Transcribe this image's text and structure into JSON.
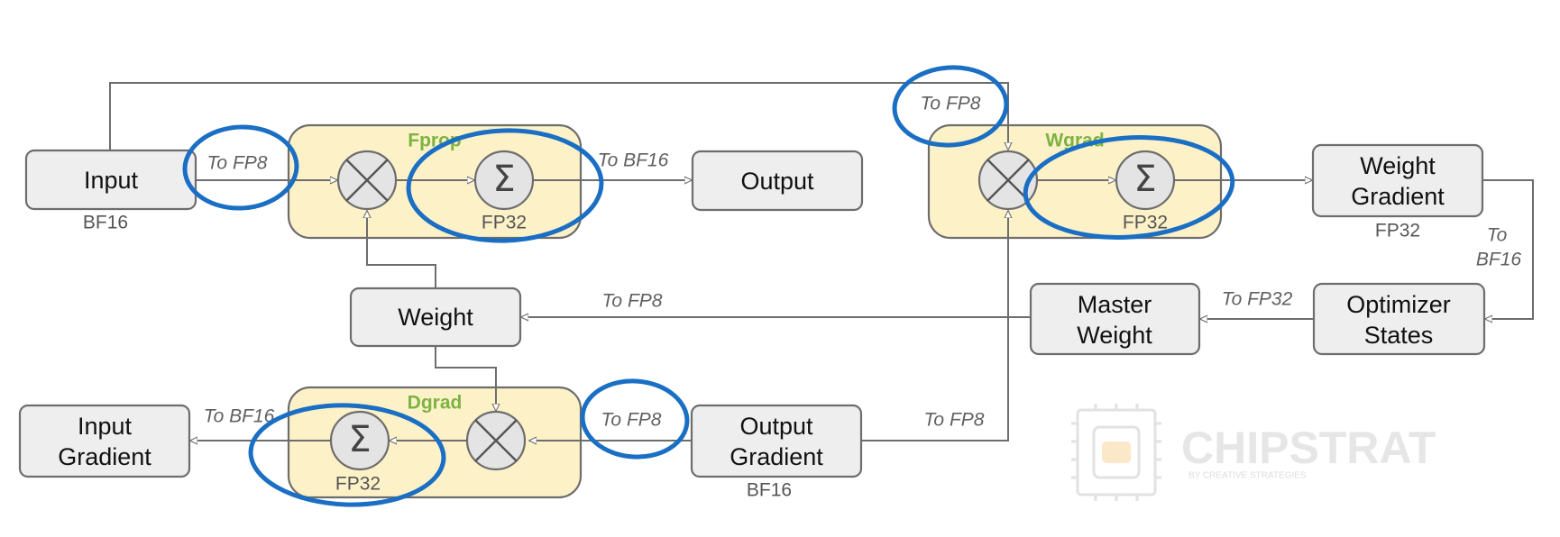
{
  "nodes": {
    "input": {
      "label": "Input",
      "format": "BF16"
    },
    "output": {
      "label": "Output"
    },
    "weight": {
      "label": "Weight"
    },
    "input_gradient": {
      "line1": "Input",
      "line2": "Gradient"
    },
    "output_gradient": {
      "line1": "Output",
      "line2": "Gradient",
      "format": "BF16"
    },
    "weight_gradient": {
      "line1": "Weight",
      "line2": "Gradient",
      "format": "FP32"
    },
    "master_weight": {
      "line1": "Master",
      "line2": "Weight"
    },
    "optimizer_states": {
      "line1": "Optimizer",
      "line2": "States"
    }
  },
  "groups": {
    "fprop": {
      "title": "Fprop",
      "accum_format": "FP32"
    },
    "wgrad": {
      "title": "Wgrad",
      "accum_format": "FP32"
    },
    "dgrad": {
      "title": "Dgrad",
      "accum_format": "FP32"
    }
  },
  "symbols": {
    "sum": "Σ"
  },
  "casts": {
    "input_to_fprop": "To FP8",
    "fprop_to_output": "To BF16",
    "input_to_wgrad": "To FP8",
    "weight_grad_line1": "To",
    "weight_grad_line2": "BF16",
    "optimizer_to_master": "To FP32",
    "master_to_weight": "To FP8",
    "dgrad_to_input_grad": "To BF16",
    "outgrad_to_dgrad": "To FP8",
    "outgrad_to_wgrad": "To FP8"
  },
  "watermark": {
    "name": "CHIPSTRAT",
    "tagline": "BY CREATIVE STRATEGIES"
  },
  "colors": {
    "highlight": "#1a6fc4",
    "group_fill": "#fdf1c8",
    "group_title": "#7cb342",
    "box_fill": "#eeeeee"
  }
}
